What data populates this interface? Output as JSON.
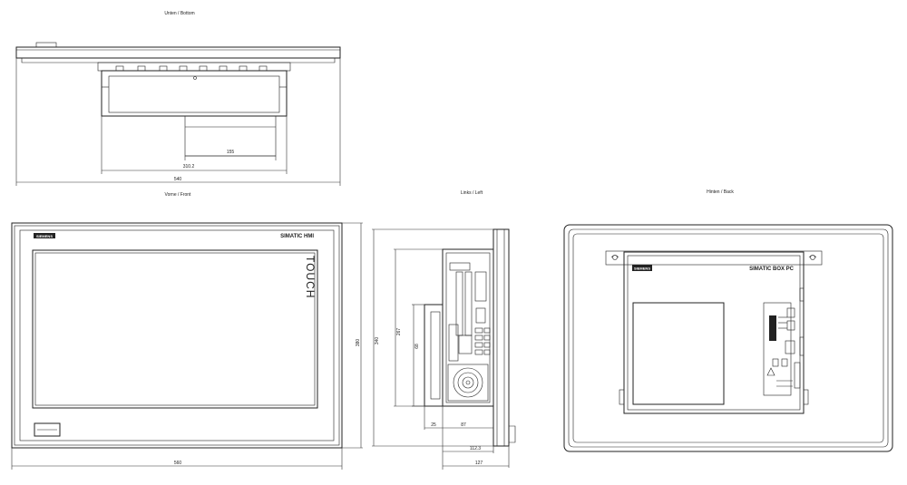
{
  "views": {
    "bottom": {
      "title": "Unten / Bottom"
    },
    "front": {
      "title": "Vorne / Front"
    },
    "left": {
      "title": "Links / Left"
    },
    "back": {
      "title": "Hinten / Back"
    }
  },
  "labels": {
    "brand": "SIEMENS",
    "product_hmi": "SIMATIC HMI",
    "touch": "TOUCH",
    "product_box": "SIMATIC BOX PC"
  },
  "dimensions": {
    "bottom_155": "155",
    "bottom_310": "310.2",
    "bottom_540": "540",
    "front_560": "560",
    "front_380": "380",
    "left_340": "340",
    "left_267": "267",
    "left_68": "68",
    "left_25": "25",
    "left_87": "87",
    "left_112": "112.3",
    "left_127": "127"
  }
}
